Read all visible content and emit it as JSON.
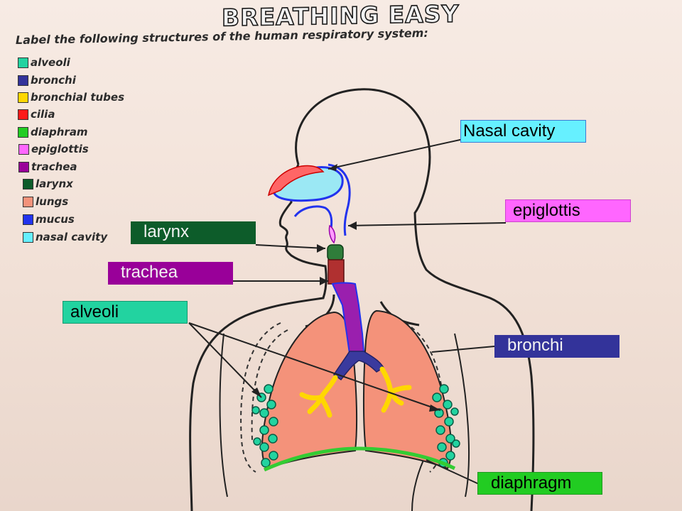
{
  "title": "BREATHING EASY",
  "instruction": "Label the following structures of the human respiratory system:",
  "key_items": [
    {
      "text": "alveoli",
      "color": "#22d3a0"
    },
    {
      "text": "bronchi",
      "color": "#33339a"
    },
    {
      "text": "bronchial tubes",
      "color": "#ffd700"
    },
    {
      "text": "cilia",
      "color": "#ff1a1a"
    },
    {
      "text": "diaphram",
      "color": "#22cc22"
    },
    {
      "text": "epiglottis",
      "color": "#ff66ff"
    },
    {
      "text": "trachea",
      "color": "#990099"
    },
    {
      "text": "larynx",
      "color": "#0d5c2a"
    },
    {
      "text": "lungs",
      "color": "#f4927a"
    },
    {
      "text": "mucus",
      "color": "#2233ee"
    },
    {
      "text": "nasal cavity",
      "color": "#66f0ff"
    }
  ],
  "labels": {
    "nasal_cavity": {
      "text": "Nasal cavity",
      "color": "#66f0ff"
    },
    "epiglottis": {
      "text": "epiglottis",
      "color": "#ff66ff"
    },
    "larynx": {
      "text": "larynx",
      "color": "#0d5c2a"
    },
    "trachea": {
      "text": "trachea",
      "color": "#990099"
    },
    "alveoli": {
      "text": "alveoli",
      "color": "#22d3a0"
    },
    "bronchi": {
      "text": "bronchi",
      "color": "#33339a"
    },
    "diaphragm": {
      "text": "diaphragm",
      "color": "#22cc22"
    }
  },
  "colors": {
    "outline": "#222222",
    "lungs": "#f4927a",
    "airway_outline": "#2233ee",
    "bronchial_tubes": "#ffd700"
  }
}
